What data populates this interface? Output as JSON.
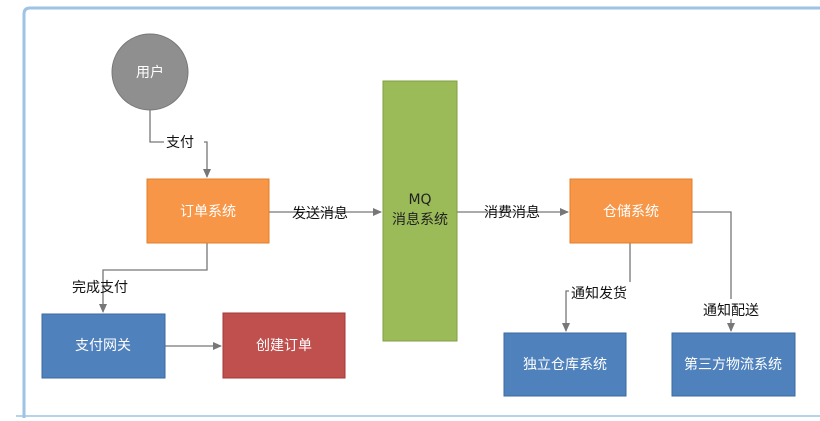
{
  "nodes": {
    "user": "用户",
    "order_system": "订单系统",
    "mq_line1": "MQ",
    "mq_line2": "消息系统",
    "warehouse_system": "仓储系统",
    "payment_gateway": "支付网关",
    "create_order": "创建订单",
    "independent_warehouse": "独立仓库系统",
    "third_party_logistics": "第三方物流系统"
  },
  "edges": {
    "pay": "支付",
    "send_message": "发送消息",
    "consume_message": "消费消息",
    "payment_complete": "完成支付",
    "notify_shipping": "通知发货",
    "notify_delivery": "通知配送"
  },
  "colors": {
    "user": "#8f8f8f",
    "orange": "#f79646",
    "green": "#9bbb59",
    "blue": "#4f81bd",
    "red": "#c0504d",
    "frame": "#9ec3e6"
  }
}
